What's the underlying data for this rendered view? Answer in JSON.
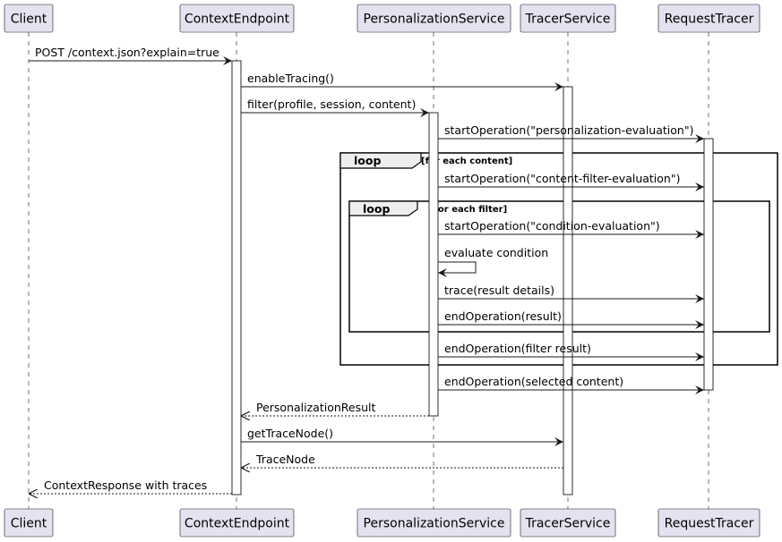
{
  "participants": [
    {
      "id": "client",
      "label": "Client"
    },
    {
      "id": "context-endpoint",
      "label": "ContextEndpoint"
    },
    {
      "id": "personalization-service",
      "label": "PersonalizationService"
    },
    {
      "id": "tracer-service",
      "label": "TracerService"
    },
    {
      "id": "request-tracer",
      "label": "RequestTracer"
    }
  ],
  "fragments": [
    {
      "kind": "loop",
      "guard": "[for each content]"
    },
    {
      "kind": "loop",
      "guard": "[for each filter]"
    }
  ],
  "messages": [
    {
      "from": "client",
      "to": "context-endpoint",
      "label": "POST /context.json?explain=true",
      "kind": "sync"
    },
    {
      "from": "context-endpoint",
      "to": "tracer-service",
      "label": "enableTracing()",
      "kind": "sync"
    },
    {
      "from": "context-endpoint",
      "to": "personalization-service",
      "label": "filter(profile, session, content)",
      "kind": "sync"
    },
    {
      "from": "personalization-service",
      "to": "request-tracer",
      "label": "startOperation(\"personalization-evaluation\")",
      "kind": "sync"
    },
    {
      "from": "personalization-service",
      "to": "request-tracer",
      "label": "startOperation(\"content-filter-evaluation\")",
      "kind": "sync"
    },
    {
      "from": "personalization-service",
      "to": "request-tracer",
      "label": "startOperation(\"condition-evaluation\")",
      "kind": "sync"
    },
    {
      "from": "personalization-service",
      "to": "personalization-service",
      "label": "evaluate condition",
      "kind": "self"
    },
    {
      "from": "personalization-service",
      "to": "request-tracer",
      "label": "trace(result details)",
      "kind": "sync"
    },
    {
      "from": "personalization-service",
      "to": "request-tracer",
      "label": "endOperation(result)",
      "kind": "sync"
    },
    {
      "from": "personalization-service",
      "to": "request-tracer",
      "label": "endOperation(filter result)",
      "kind": "sync"
    },
    {
      "from": "personalization-service",
      "to": "request-tracer",
      "label": "endOperation(selected content)",
      "kind": "sync"
    },
    {
      "from": "personalization-service",
      "to": "context-endpoint",
      "label": "PersonalizationResult",
      "kind": "return"
    },
    {
      "from": "context-endpoint",
      "to": "tracer-service",
      "label": "getTraceNode()",
      "kind": "sync"
    },
    {
      "from": "tracer-service",
      "to": "context-endpoint",
      "label": "TraceNode",
      "kind": "return"
    },
    {
      "from": "context-endpoint",
      "to": "client",
      "label": "ContextResponse with traces",
      "kind": "return"
    }
  ]
}
